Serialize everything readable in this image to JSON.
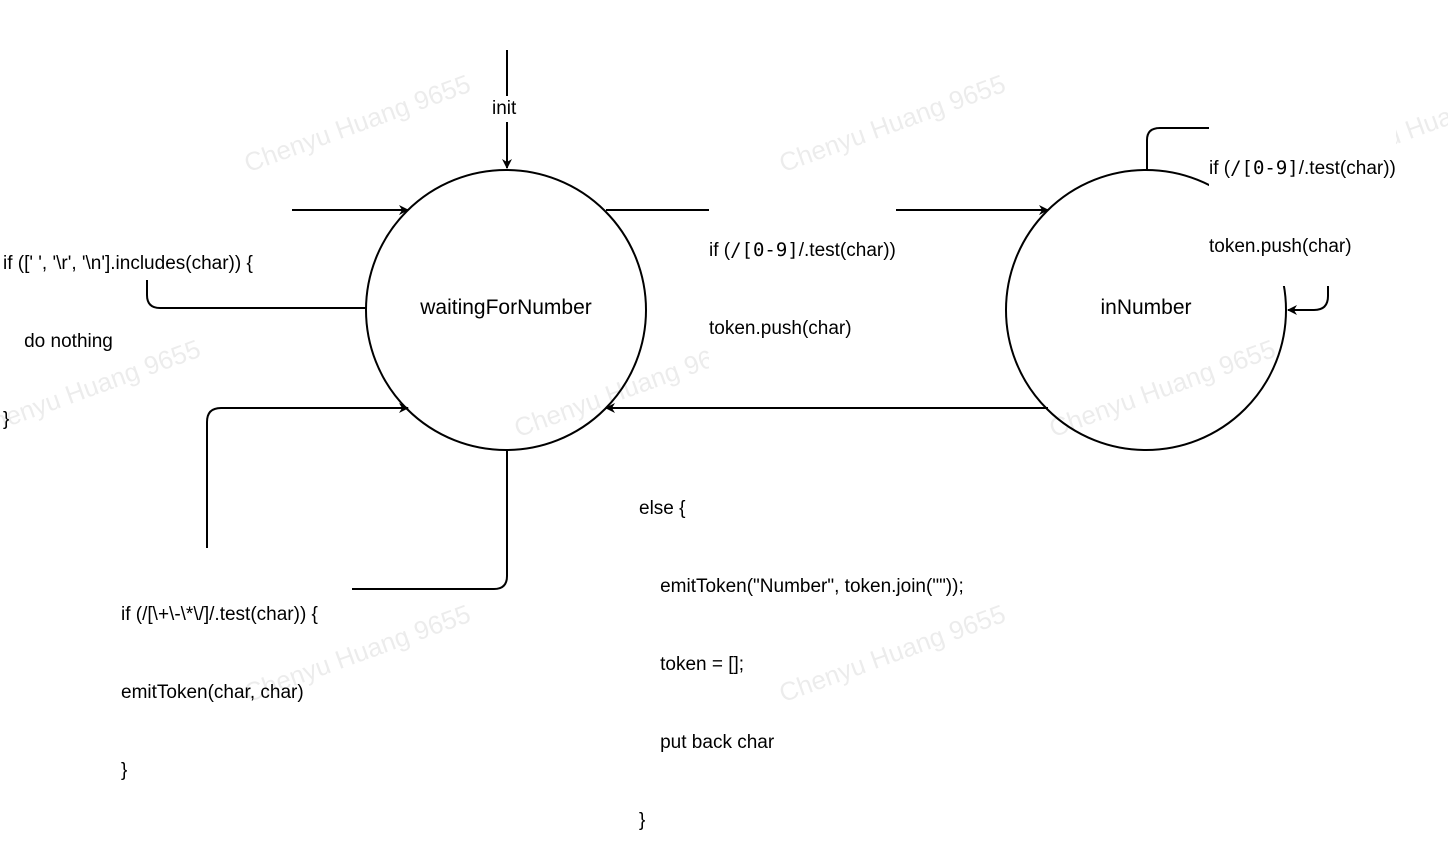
{
  "states": {
    "waiting": "waitingForNumber",
    "in_number": "inNumber"
  },
  "transitions": {
    "init": "init",
    "whitespace": {
      "line1": "if ([' ', '\\r', '\\n'].includes(char)) {",
      "line2": "    do nothing",
      "line3": "}"
    },
    "to_in_number": {
      "line1_pre": "if (",
      "line1_code": "/[0-9]",
      "line1_post": "/.test(char))",
      "line2": "token.push(char)"
    },
    "self_in_number": {
      "line1_pre": "if (",
      "line1_code": "/[0-9]",
      "line1_post": "/.test(char))",
      "line2": "token.push(char)"
    },
    "operator": {
      "line1": "if (/[\\+\\-\\*\\/]/.test(char)) {",
      "line2": "emitToken(char, char)",
      "line3": "}"
    },
    "else_back": {
      "line1": "else {",
      "line2": "    emitToken(\"Number\", token.join(\"\"));",
      "line3": "    token = [];",
      "line4": "    put back char",
      "line5": "}"
    }
  },
  "watermark": "Chenyu Huang 9655"
}
